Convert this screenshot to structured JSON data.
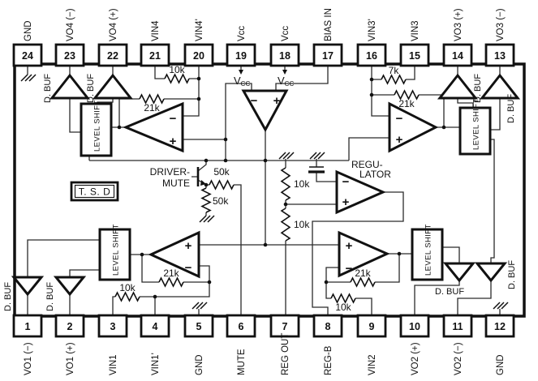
{
  "pins_top": [
    {
      "num": "24",
      "label": "GND"
    },
    {
      "num": "23",
      "label": "VO4 (−)"
    },
    {
      "num": "22",
      "label": "VO4 (+)"
    },
    {
      "num": "21",
      "label": "VIN4"
    },
    {
      "num": "20",
      "label": "VIN4'"
    },
    {
      "num": "19",
      "label": "Vcc"
    },
    {
      "num": "18",
      "label": "Vcc"
    },
    {
      "num": "17",
      "label": "BIAS IN"
    },
    {
      "num": "16",
      "label": "VIN3'"
    },
    {
      "num": "15",
      "label": "VIN3"
    },
    {
      "num": "14",
      "label": "VO3 (+)"
    },
    {
      "num": "13",
      "label": "VO3 (−)"
    }
  ],
  "pins_bottom": [
    {
      "num": "1",
      "label": "VO1 (−)"
    },
    {
      "num": "2",
      "label": "VO1 (+)"
    },
    {
      "num": "3",
      "label": "VIN1"
    },
    {
      "num": "4",
      "label": "VIN1'"
    },
    {
      "num": "5",
      "label": "GND"
    },
    {
      "num": "6",
      "label": "MUTE"
    },
    {
      "num": "7",
      "label": "REG OUT"
    },
    {
      "num": "8",
      "label": "REG-B"
    },
    {
      "num": "9",
      "label": "VIN2"
    },
    {
      "num": "10",
      "label": "VO2 (+)"
    },
    {
      "num": "11",
      "label": "VO2 (−)"
    },
    {
      "num": "12",
      "label": "GND"
    }
  ],
  "labels": {
    "level_shift": "LEVEL SHIFT",
    "d_buf": "D. BUF",
    "tsd": "T. S. D",
    "driver_line1": "DRIVER-",
    "driver_line2": "MUTE",
    "regulator_line1": "REGU-",
    "regulator_line2": "LATOR",
    "vcc_v": "V",
    "vcc_sub": "CC",
    "plus": "+",
    "minus": "−"
  },
  "resistors": {
    "tl_10k": "10k",
    "tl_21k": "21k",
    "tr_7k": "7k",
    "tr_21k": "21k",
    "mute_50k_h": "50k",
    "mute_50k_v": "50k",
    "divider_10k_top": "10k",
    "divider_10k_bottom": "10k",
    "bl_21k": "21k",
    "bl_10k": "10k",
    "br_21k": "21k",
    "br_10k": "10k"
  }
}
